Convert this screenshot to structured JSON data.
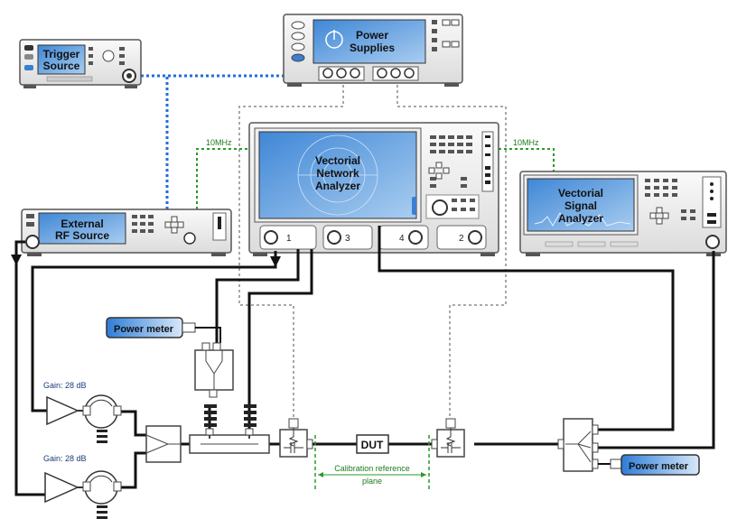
{
  "instruments": {
    "trigger": [
      "Trigger",
      "Source"
    ],
    "power_supplies": [
      "Power",
      "Supplies"
    ],
    "vna": [
      "Vectorial",
      "Network",
      "Analyzer"
    ],
    "rf_source": [
      "External",
      "RF Source"
    ],
    "vsa": [
      "Vectorial",
      "Signal",
      "Analyzer"
    ]
  },
  "ref_clock_left": "10MHz",
  "ref_clock_right": "10MHz",
  "vna_ports": [
    "1",
    "3",
    "4",
    "2"
  ],
  "power_meter_left": "Power meter",
  "power_meter_right": "Power meter",
  "gain_top": "Gain: 28 dB",
  "gain_bottom": "Gain: 28 dB",
  "dut": "DUT",
  "calibration_plane": [
    "Calibration reference",
    "plane"
  ],
  "colors": {
    "trigger_link": "#1e6fd9",
    "ref_link": "#2a9a2a",
    "dc_link": "#a0a0a0",
    "rf_cable": "#111111",
    "screen": "#5b9bd5"
  }
}
